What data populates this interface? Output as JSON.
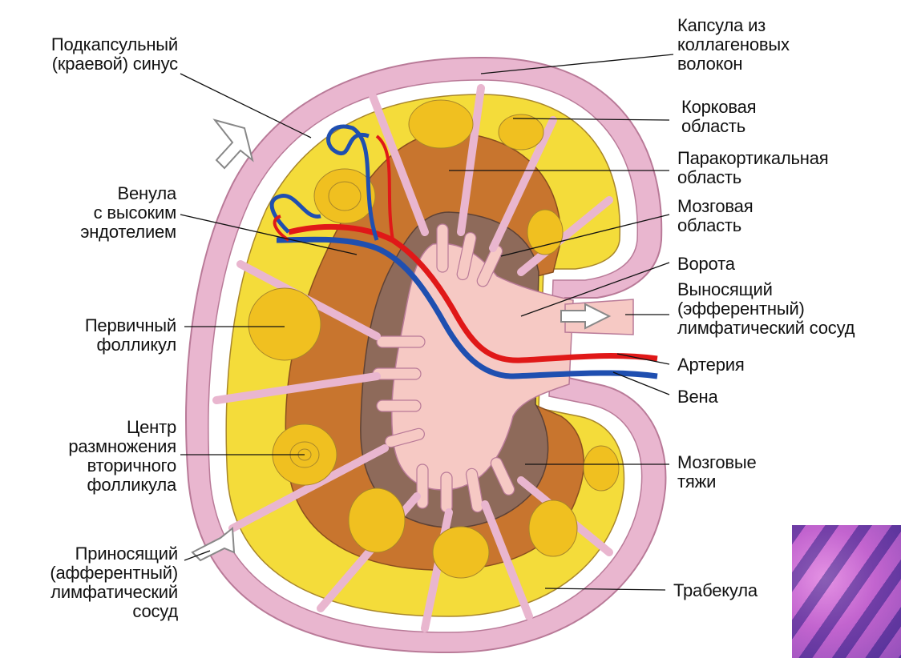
{
  "labels": {
    "subcapsular_sinus": "Подкапсульный\n(краевой) синус",
    "venule": "Венула\nс высоким\nэндотелием",
    "primary_follicle": "Первичный\nфолликул",
    "germinal_center": "Центр\nразмножения\nвторичного\nфолликула",
    "afferent_vessel": "Приносящий\n(афферентный)\nлимфатический\nсосуд",
    "capsule": "Капсула из\nколлагеновых\nволокон",
    "cortex": "Корковая\nобласть",
    "paracortex": "Паракортикальная\nобласть",
    "medulla": "Мозговая\nобласть",
    "hilum": "Ворота",
    "efferent_vessel": "Выносящий\n(эфферентный)\nлимфатический сосуд",
    "artery": "Артерия",
    "vein": "Вена",
    "medullary_cords": "Мозговые\nтяжи",
    "trabecula": "Трабекула"
  },
  "colors": {
    "capsule": "#e9b6cf",
    "sinus": "#ffffff",
    "cortex": "#f4dc3a",
    "follicle_center": "#f0c020",
    "paracortex": "#c8752e",
    "medulla_dark": "#8e6a5a",
    "medulla_light": "#f6c9c4",
    "artery": "#e01818",
    "vein": "#1f4fb0"
  }
}
